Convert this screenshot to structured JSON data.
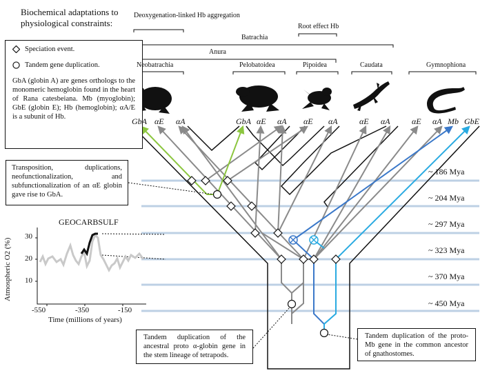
{
  "title_line1": "Biochemical adaptations to",
  "title_line2": "physiological constraints:",
  "legend": {
    "speciation": "Speciation event.",
    "tandem": "Tandem gene duplication.",
    "text": "GbA (globin A) are genes orthologs to the monomeric hemoglobin found in the heart of Rana catesbeiana. Mb (myoglobin); GbE (globin E); Hb (hemoglobin); αA/E is a subunit of Hb."
  },
  "brackets": {
    "deoxy": "Deoxygenation-linked Hb aggregation",
    "root": "Root effect Hb",
    "batrachia": "Batrachia",
    "anura": "Anura"
  },
  "clades": [
    "Neobatrachia",
    "Pelobatoidea",
    "Pipoidea",
    "Caudata",
    "Gymnophiona"
  ],
  "tips": [
    "GbA",
    "αE",
    "αA",
    "GbA",
    "αE",
    "αA",
    "αE",
    "αA",
    "αE",
    "αA",
    "αE",
    "αA",
    "Mb",
    "GbE"
  ],
  "mya": [
    "~ 186 Mya",
    "~ 204 Mya",
    "~ 297 Mya",
    "~ 323 Mya",
    "~ 370 Mya",
    "~ 450 Mya"
  ],
  "callout_gba": "Transposition, duplications, neofunctionalization, and subfunctionalization of an αE globin gave rise to GbA.",
  "callout_alpha": "Tandem duplication of the ancestral proto α-globin gene in the stem lineage of tetrapods.",
  "callout_mb": "Tandem duplication of the proto-Mb gene in the common ancestor of gnathostomes.",
  "geocarb": {
    "title": "GEOCARBSULF",
    "ylabel": "Atmospheric O2 (%)",
    "yticks": [
      "30",
      "20",
      "10"
    ],
    "xticks": [
      "-550",
      "-350",
      "-150"
    ],
    "xlabel": "Time (millions of years)"
  },
  "colors": {
    "gray": "#8a8a8a",
    "green": "#8cc63f",
    "blue": "#3a78c9",
    "cyan": "#29aae1",
    "timeline": "#bdd0e4"
  }
}
